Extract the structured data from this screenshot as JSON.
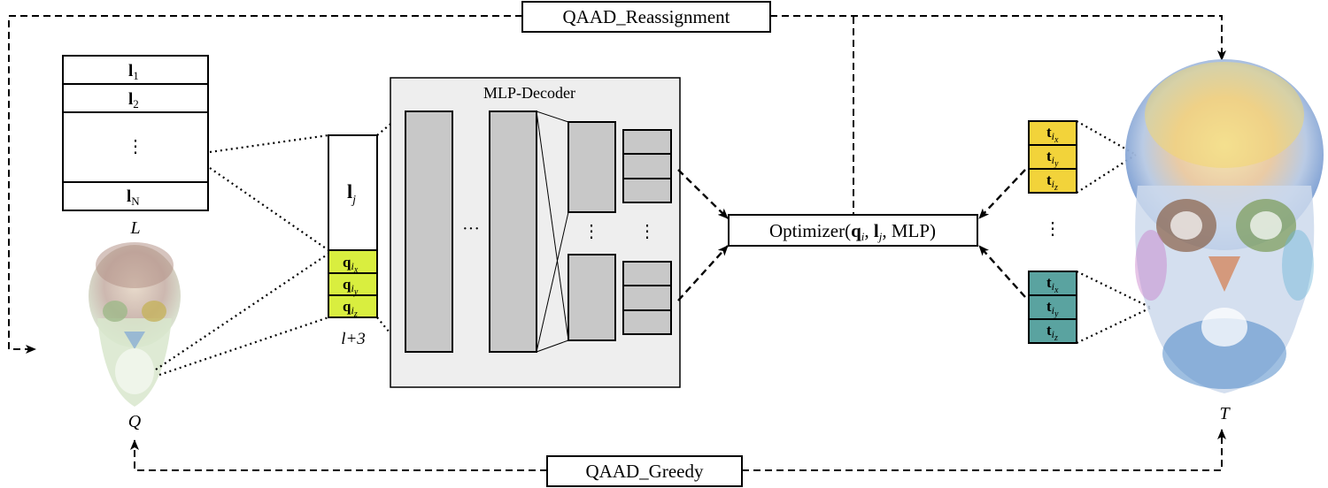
{
  "top_label": "QAAD_Reassignment",
  "bottom_label": "QAAD_Greedy",
  "latent_table": {
    "rows": [
      {
        "main": "l",
        "sub": "1"
      },
      {
        "main": "l",
        "sub": "2"
      },
      {
        "main": "⋮",
        "sub": ""
      },
      {
        "main": "l",
        "sub": "N"
      }
    ],
    "caption": "L"
  },
  "input_vector": {
    "latent": {
      "main": "l",
      "sub": "j"
    },
    "coords": [
      {
        "main": "q",
        "sub": "i",
        "subsub": "x"
      },
      {
        "main": "q",
        "sub": "i",
        "subsub": "y"
      },
      {
        "main": "q",
        "sub": "i",
        "subsub": "z"
      }
    ],
    "caption": "l+3"
  },
  "decoder": {
    "title": "MLP-Decoder",
    "ellipsis_h": "···",
    "ellipsis_v": "⋮"
  },
  "optimizer": {
    "prefix": "Optimizer(",
    "q": "q",
    "q_sub": "i",
    "sep1": ", ",
    "l": "l",
    "l_sub": "j",
    "suffix": ", MLP)"
  },
  "targets": {
    "top": [
      {
        "main": "t",
        "sub": "i",
        "subsub": "x"
      },
      {
        "main": "t",
        "sub": "i",
        "subsub": "y"
      },
      {
        "main": "t",
        "sub": "i",
        "subsub": "z"
      }
    ],
    "bottom": [
      {
        "main": "t",
        "sub": "i",
        "subsub": "x"
      },
      {
        "main": "t",
        "sub": "i",
        "subsub": "y"
      },
      {
        "main": "t",
        "sub": "i",
        "subsub": "z"
      }
    ],
    "ellipsis": "⋮"
  },
  "query_caption": "Q",
  "target_caption": "T",
  "colors": {
    "query_cell": "#d9ee3f",
    "target_top_cell": "#f2d33a",
    "target_bottom_cell": "#5aa3a0",
    "panel": "#eeeeee",
    "block": "#c8c8c8"
  }
}
